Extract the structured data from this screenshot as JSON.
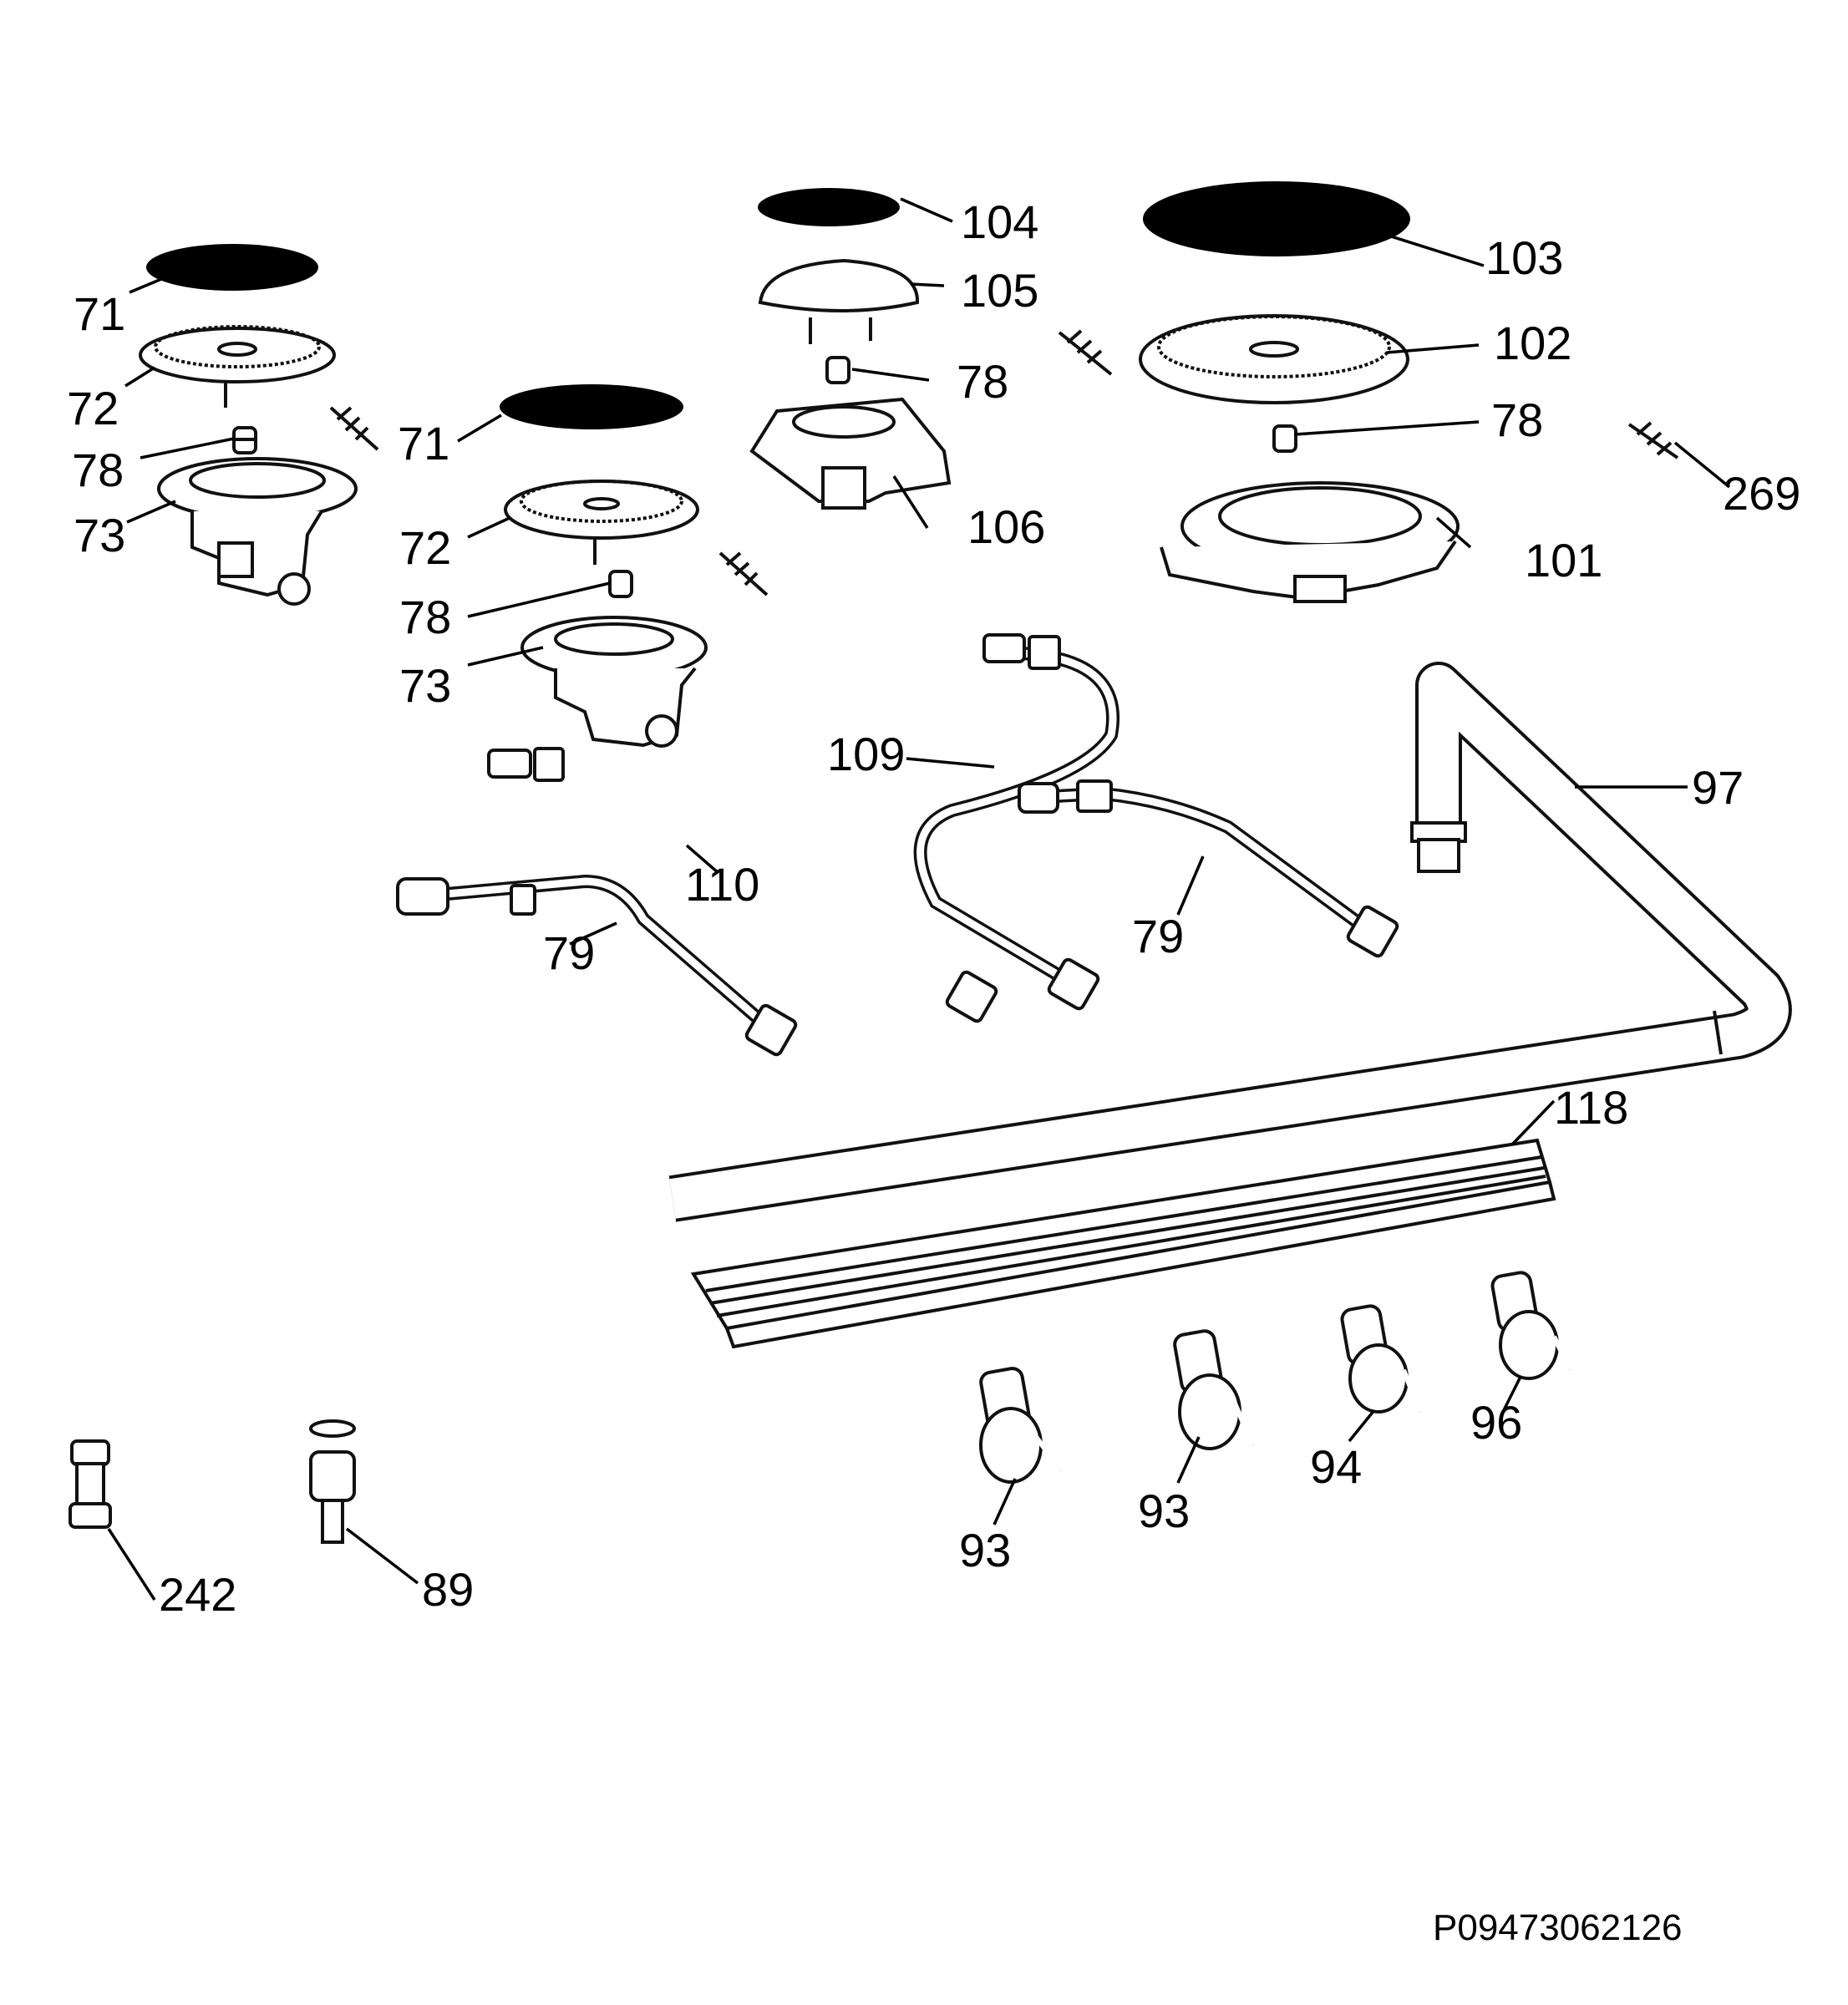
{
  "diagram_code": "P09473062126",
  "callouts": [
    "71",
    "72",
    "78",
    "73",
    "71",
    "72",
    "78",
    "73",
    "104",
    "105",
    "78",
    "106",
    "103",
    "102",
    "78",
    "101",
    "269",
    "109",
    "110",
    "79",
    "79",
    "97",
    "118",
    "93",
    "93",
    "94",
    "96",
    "242",
    "89"
  ]
}
